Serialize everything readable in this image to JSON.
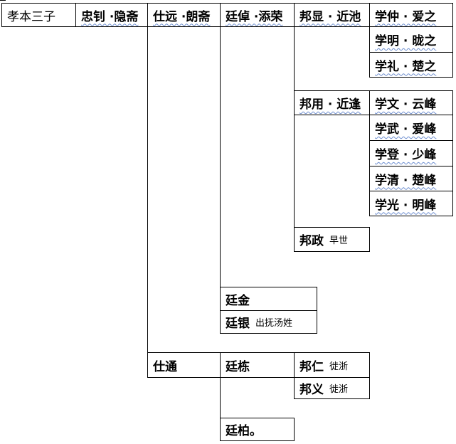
{
  "generations": {
    "root": "孝本三子",
    "g1": "忠钊 ·隐斋",
    "g2a": "仕远 ·朗斋",
    "g2b": "仕通"
  },
  "people": {
    "tingpei": "廷倬 ·添荣",
    "bangxian": "邦显 · 近池",
    "xuezhong": "学仲 · 爱之",
    "xueming": "学明 · 昽之",
    "xueli": "学礼 · 楚之",
    "bangyong": "邦用 · 近逢",
    "xuewen": "学文 · 云峰",
    "xuewu": "学武 · 爱峰",
    "xuedeng": "学登 · 少峰",
    "xueqing": "学清 · 楚峰",
    "xueguang": "学光 · 明峰",
    "bangzheng": "邦政",
    "bangzheng_note": "早世",
    "tingjin": "廷金",
    "tingyin": "廷银",
    "tingyin_note": "出抚汤姓",
    "tingdong": "廷栋",
    "bangren": "邦仁",
    "bangren_note": "徙浙",
    "bangyi": "邦义",
    "bangyi_note": "徙浙",
    "tingbai": "廷柏。"
  }
}
